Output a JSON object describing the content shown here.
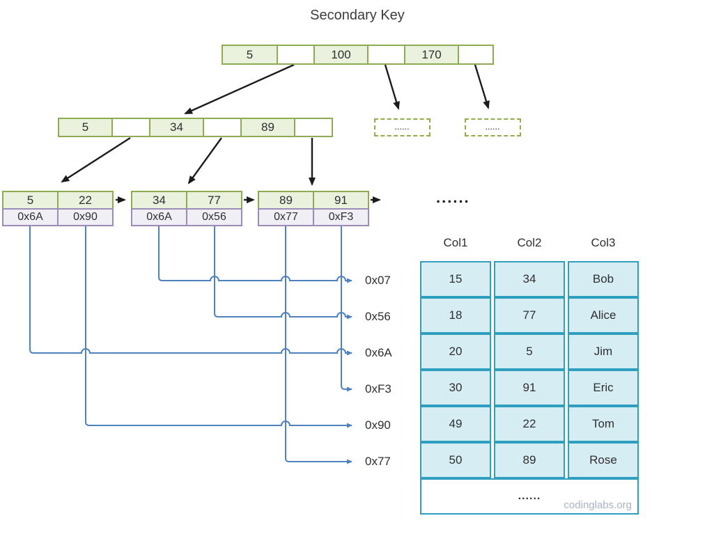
{
  "title": "Secondary Key",
  "tree": {
    "root": {
      "cells": [
        "5",
        "",
        "100",
        "",
        "170",
        ""
      ]
    },
    "level2": {
      "cells": [
        "5",
        "",
        "34",
        "",
        "89",
        ""
      ]
    },
    "dashed_boxes": [
      "......",
      "......"
    ],
    "leaves": [
      {
        "keys": [
          "5",
          "22"
        ],
        "pointers": [
          "0x6A",
          "0x90"
        ]
      },
      {
        "keys": [
          "34",
          "77"
        ],
        "pointers": [
          "0x6A",
          "0x56"
        ]
      },
      {
        "keys": [
          "89",
          "91"
        ],
        "pointers": [
          "0x77",
          "0xF3"
        ]
      }
    ],
    "leaf_ellipsis": "......"
  },
  "addresses": [
    "0x07",
    "0x56",
    "0x6A",
    "0xF3",
    "0x90",
    "0x77"
  ],
  "table": {
    "headers": [
      "Col1",
      "Col2",
      "Col3"
    ],
    "rows": [
      [
        "15",
        "34",
        "Bob"
      ],
      [
        "18",
        "77",
        "Alice"
      ],
      [
        "20",
        "5",
        "Jim"
      ],
      [
        "30",
        "91",
        "Eric"
      ],
      [
        "49",
        "22",
        "Tom"
      ],
      [
        "50",
        "89",
        "Rose"
      ]
    ],
    "ellipsis": "......",
    "watermark": "codinglabs.org"
  },
  "colors": {
    "node_green_border": "#8cab52",
    "node_green_fill": "#eaf1dd",
    "pointer_purple_border": "#9c8ab8",
    "pointer_purple_fill": "#f1eff6",
    "table_teal_border": "#2f9fbf",
    "table_blue_fill": "#d7edf4",
    "connector_blue": "#4f81bd",
    "arrow_black": "#1c1c1c",
    "watermark_gray": "#a9b3c6"
  }
}
